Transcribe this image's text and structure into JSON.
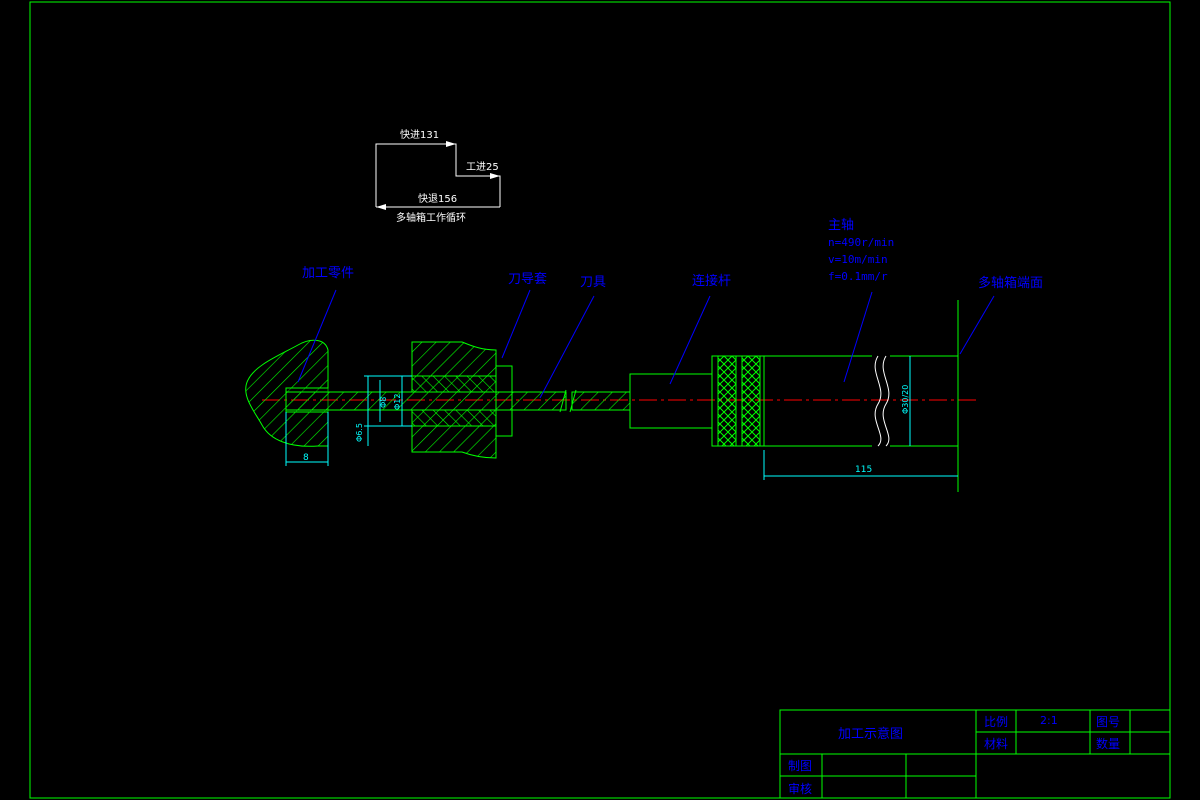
{
  "colors": {
    "background": "#000000",
    "frame": "#00ff00",
    "part": "#00ff00",
    "label": "#0000ff",
    "dim": "#00ffff",
    "centerline": "#ff0000",
    "cycle_text": "#ffffff",
    "table_text": "#0000ff"
  },
  "cycle": {
    "rapid_forward": "快进131",
    "work_feed": "工进25",
    "rapid_return": "快退156",
    "caption": "多轴箱工作循环"
  },
  "labels": {
    "workpiece": "加工零件",
    "guide_sleeve": "刀导套",
    "tool": "刀具",
    "connecting_rod": "连接杆",
    "spindle": "主轴",
    "spindle_speed": "n=490r/min",
    "cutting_speed": "v=10m/min",
    "feed": "f=0.1mm/r",
    "spindle_box_face": "多轴箱端面"
  },
  "dimensions": {
    "work_len": "8",
    "hole_dia": "Φ6.5",
    "bore1": "Φ8",
    "bore2": "Φ12",
    "spindle_dia": "Φ30/20",
    "spindle_len": "115"
  },
  "title_block": {
    "title": "加工示意图",
    "scale_label": "比例",
    "scale_value": "2:1",
    "drawing_no_label": "图号",
    "material_label": "材料",
    "quantity_label": "数量",
    "drawn_label": "制图",
    "checked_label": "审核"
  }
}
